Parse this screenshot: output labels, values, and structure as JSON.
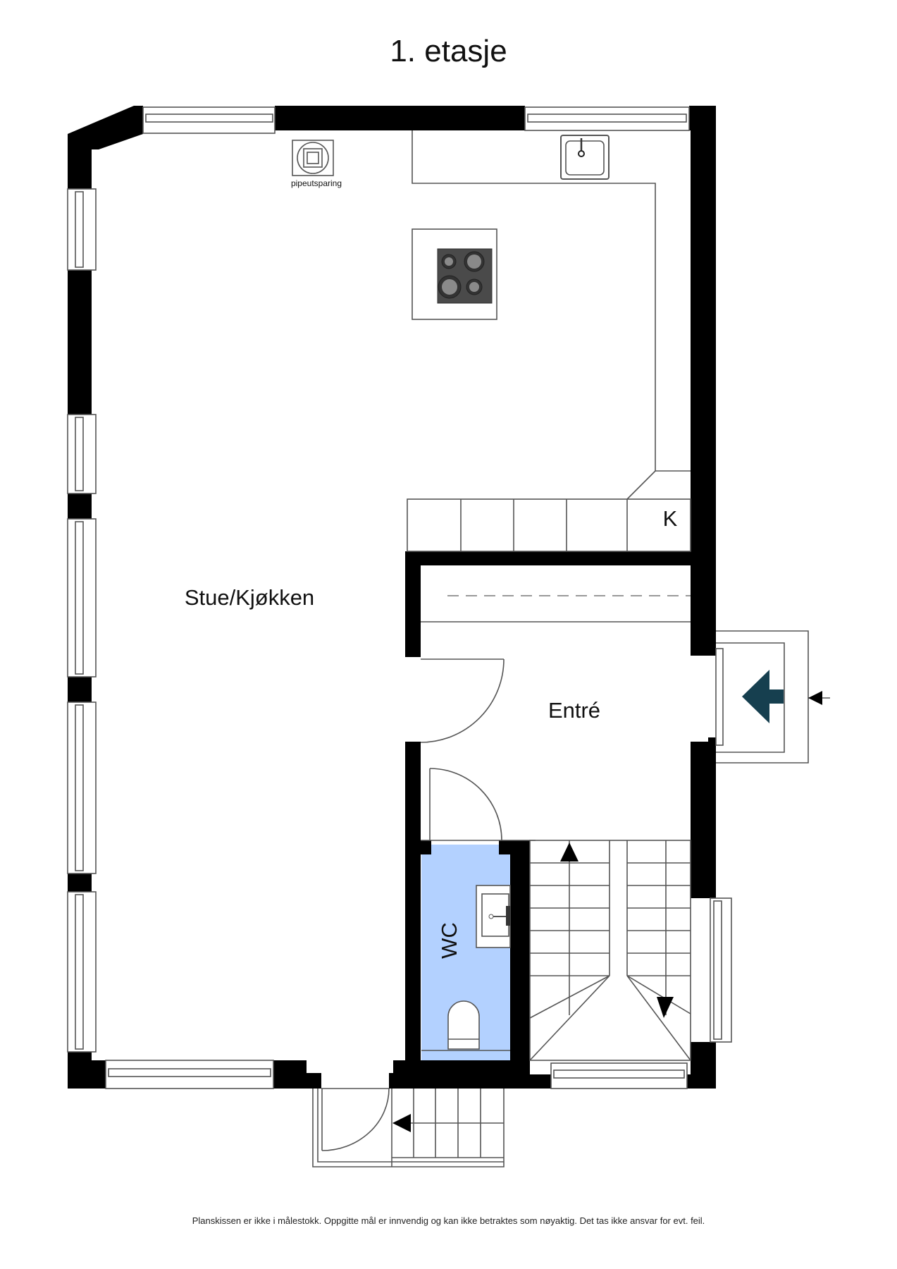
{
  "page": {
    "title": "1. etasje",
    "disclaimer": "Planskissen er ikke i målestokk. Oppgitte mål er innvendig og kan ikke betraktes som nøyaktig. Det tas ikke ansvar for evt. feil."
  },
  "rooms": {
    "living_kitchen": "Stue/Kjøkken",
    "entrance": "Entré",
    "wc": "WC",
    "closet": "K"
  },
  "annotations": {
    "chimney_opening": "pipeutsparing"
  },
  "icons": {
    "entrance_marker": "entrance-arrow-icon",
    "stair_up": "arrow-up-icon",
    "stair_down": "arrow-down-icon",
    "outdoor_steps": "arrow-left-icon",
    "cooktop": "cooktop-icon",
    "kitchen_sink": "sink-icon",
    "wash_basin": "basin-icon",
    "toilet": "toilet-icon",
    "chimney": "chimney-icon"
  },
  "colors": {
    "wall": "#000000",
    "wc_fill": "#b3d1ff",
    "entrance_marker": "#163f4f",
    "cooktop": "#4a4a4a",
    "burner": "#8a8a8a"
  }
}
